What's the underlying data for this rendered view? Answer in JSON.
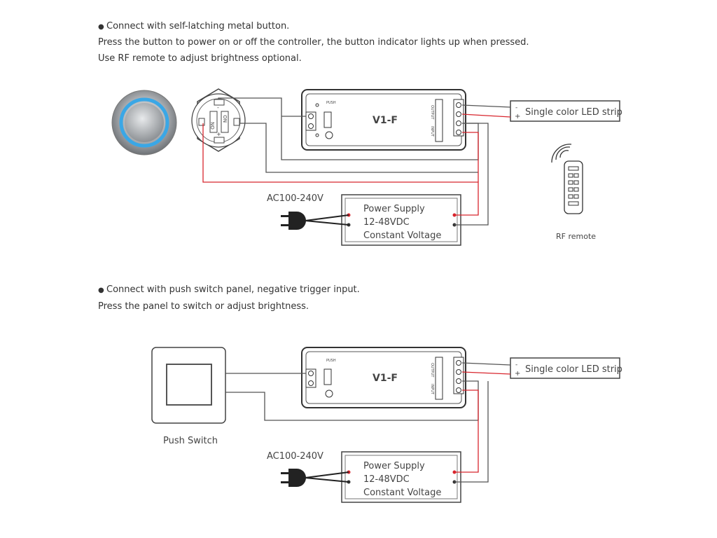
{
  "section1": {
    "bullet": "●",
    "heading": "Connect with self-latching metal button.",
    "line2": "Press the button to power on or off the controller, the button indicator lights up when pressed.",
    "line3": "Use RF remote to adjust brightness optional."
  },
  "section2": {
    "bullet": "●",
    "heading": "Connect with push switch panel, negative trigger input.",
    "line2": "Press the panel to switch or adjust brightness."
  },
  "controller": {
    "model": "V1-F",
    "push_label": "PUSH",
    "output_label": "OUTPUT",
    "input_label": "INPUT"
  },
  "led_strip": {
    "label": "Single color LED strip",
    "minus": "-",
    "plus": "+"
  },
  "power_supply": {
    "line1": "Power Supply",
    "line2": "12-48VDC",
    "line3": "Constant Voltage"
  },
  "ac_label": "AC100-240V",
  "rf_remote_label": "RF remote",
  "push_switch_label": "Push Switch",
  "button_pins": {
    "no1": "NO",
    "no2": "NO",
    "plus": "+",
    "minus": "-"
  },
  "colors": {
    "wire_red": "#d8262e",
    "wire_gray": "#555555",
    "button_ring": "#3aa7e6",
    "outline": "#444444"
  }
}
